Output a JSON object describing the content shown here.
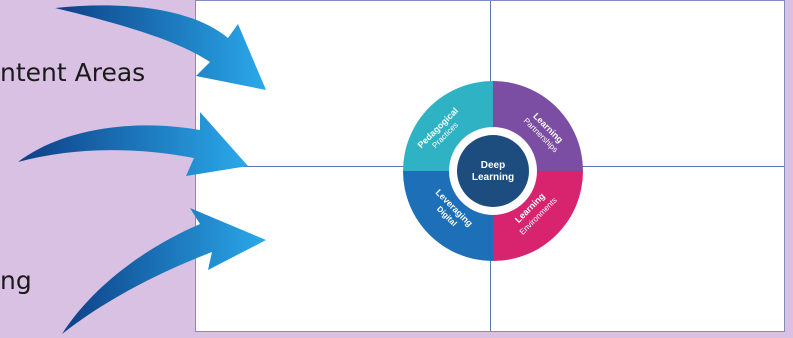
{
  "left_labels": {
    "top": "ntent Areas",
    "bottom": "ng"
  },
  "wheel": {
    "center": [
      "Deep",
      "Learning"
    ],
    "segments": [
      {
        "title": "Pedagogical",
        "subtitle": "Practices",
        "color": "#2fb3c4"
      },
      {
        "title": "Learning",
        "subtitle": "Partnerships",
        "color": "#7c4ea3"
      },
      {
        "title": "Leveraging",
        "subtitle": "Digital",
        "color": "#1d6fb8"
      },
      {
        "title": "Learning",
        "subtitle": "Environments",
        "color": "#d8246f"
      }
    ],
    "center_color": "#1c4d7e"
  },
  "colors": {
    "background": "#d9c1e3",
    "arrow": "#1f8ad8",
    "grid": "#5c74b8"
  }
}
